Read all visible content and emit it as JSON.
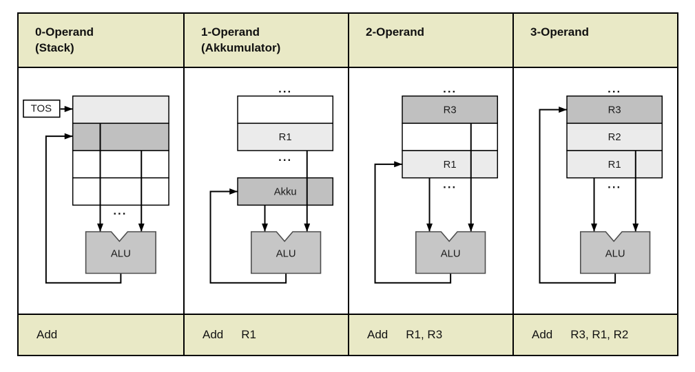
{
  "colors": {
    "page_bg": "#ffffff",
    "header_bg": "#e9e9c6",
    "cell_light": "#ebebeb",
    "cell_dark": "#c0c0c0",
    "cell_white": "#ffffff",
    "alu_fill": "#c6c6c6",
    "line": "#000000"
  },
  "labels": {
    "tos": "TOS",
    "alu": "ALU",
    "dots": "..."
  },
  "columns": [
    {
      "header_line1": "0-Operand",
      "header_line2": "(Stack)",
      "instruction": {
        "mnemonic": "Add",
        "operands": ""
      },
      "cells": [
        {
          "label": "",
          "shade": "light"
        },
        {
          "label": "",
          "shade": "dark"
        },
        {
          "label": "",
          "shade": "white"
        },
        {
          "label": "",
          "shade": "white"
        }
      ]
    },
    {
      "header_line1": "1-Operand",
      "header_line2": "(Akkumulator)",
      "instruction": {
        "mnemonic": "Add",
        "operands": "R1"
      },
      "accumulator": "Akku",
      "cells": [
        {
          "label": "",
          "shade": "white"
        },
        {
          "label": "R1",
          "shade": "light"
        }
      ]
    },
    {
      "header_line1": "2-Operand",
      "header_line2": "",
      "instruction": {
        "mnemonic": "Add",
        "operands": "R1, R3"
      },
      "cells": [
        {
          "label": "R3",
          "shade": "dark"
        },
        {
          "label": "",
          "shade": "white"
        },
        {
          "label": "R1",
          "shade": "light"
        }
      ]
    },
    {
      "header_line1": "3-Operand",
      "header_line2": "",
      "instruction": {
        "mnemonic": "Add",
        "operands": "R3, R1, R2"
      },
      "cells": [
        {
          "label": "R3",
          "shade": "dark"
        },
        {
          "label": "R2",
          "shade": "light"
        },
        {
          "label": "R1",
          "shade": "light"
        }
      ]
    }
  ]
}
